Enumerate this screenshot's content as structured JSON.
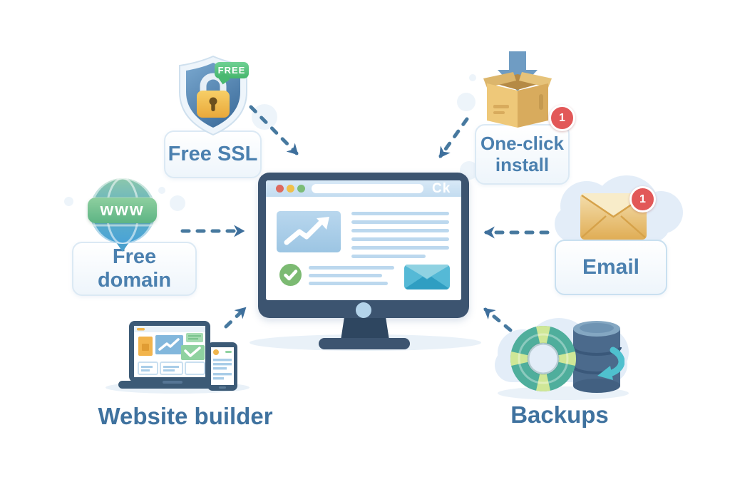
{
  "title": "Web hosting features diagram",
  "features": {
    "free_ssl": {
      "label": "Free SSL",
      "badge": "FREE"
    },
    "one_click_install": {
      "label_line1": "One-click",
      "label_line2": "install",
      "badge_count": "1"
    },
    "free_domain": {
      "label": "Free domain",
      "globe_text": "www"
    },
    "email": {
      "label": "Email",
      "badge_count": "1"
    },
    "website_builder": {
      "label": "Website builder"
    },
    "backups": {
      "label": "Backups"
    }
  },
  "monitor": {
    "browser_logo": "Ck"
  },
  "colors": {
    "arrow_blue": "#47799f",
    "label_text": "#4b80af",
    "monitor_frame": "#3c5470",
    "toolbar_bg": "#c3dcf0",
    "screen_line": "#bcd8ee",
    "badge_red": "#e25858",
    "badge_green": "#45b56c",
    "lock_gold": "#eeb445",
    "envelope_gold": "#eac179",
    "check_green": "#7cba72",
    "screen_envelope_teal": "#4fb3d4"
  }
}
